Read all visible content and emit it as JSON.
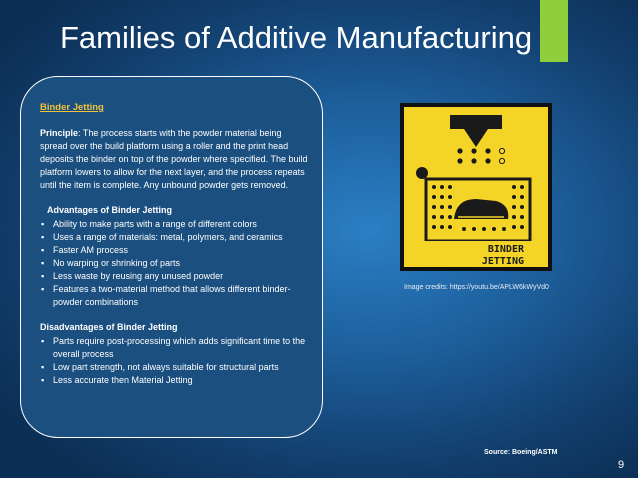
{
  "slide": {
    "title": "Families of Additive Manufacturing",
    "page_number": "9",
    "accent_color": "#8fcf3c",
    "section_title": "Binder Jetting",
    "principle_label": "Principle",
    "principle_text": ": The process starts with the powder material being spread over the build platform using a roller and the print head deposits the binder on top of the powder where specified. The build platform lowers to allow for the next layer, and the process repeats until the item is complete. Any unbound powder gets removed.",
    "advantages_title": "Advantages of Binder Jetting",
    "advantages": [
      "Ability to make parts with a range of different colors",
      "Uses a range of materials: metal, polymers, and ceramics",
      "Faster AM process",
      "No warping or shrinking of parts",
      "Less waste by reusing any unused powder",
      "Features a two-material method that allows different binder-powder combinations"
    ],
    "disadvantages_title": "Disadvantages of Binder Jetting",
    "disadvantages": [
      "Parts require post-processing which adds significant time to the overall process",
      "Low part strength, not always suitable for structural parts",
      "Less accurate then Material Jetting"
    ],
    "figure": {
      "icon": "binder-jetting-icon",
      "label_line1": "BINDER",
      "label_line2": "JETTING"
    },
    "image_credit": "Image credits: https://youtu.be/APLW6kWyVd0",
    "source": "Source: Boeing/ASTM"
  }
}
